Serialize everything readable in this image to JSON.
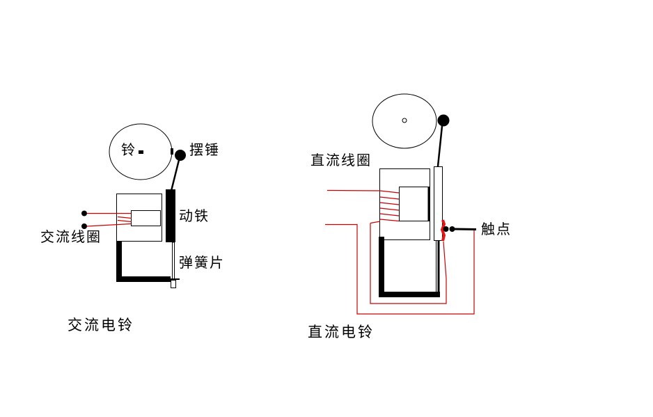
{
  "colors": {
    "background": "#ffffff",
    "ink": "#000000",
    "wire_red": "#cc0000",
    "contact_red": "#ee1111"
  },
  "ac_bell": {
    "caption": "交流电铃",
    "labels": {
      "bell": "铃",
      "hammer": "摆锤",
      "coil": "交流线圈",
      "armature": "动铁",
      "spring": "弹簧片"
    }
  },
  "dc_bell": {
    "caption": "直流电铃",
    "labels": {
      "coil": "直流线圈",
      "contact": "触点"
    }
  }
}
